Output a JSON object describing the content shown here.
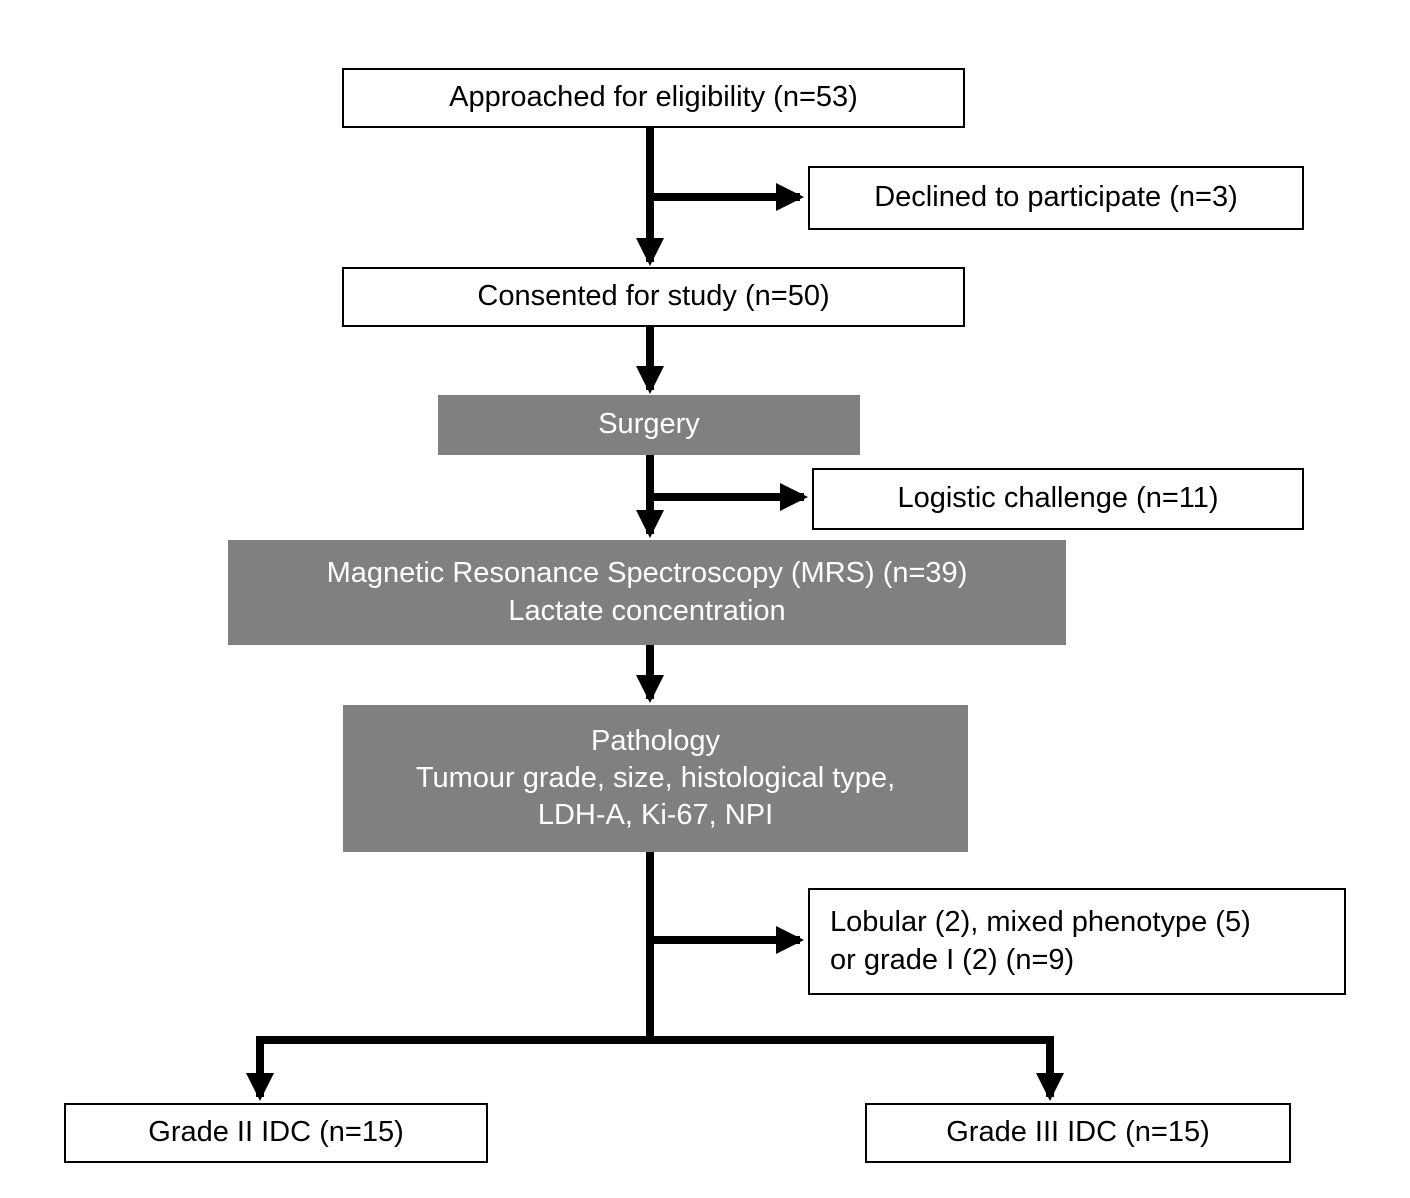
{
  "colors": {
    "background": "#ffffff",
    "box_fill_white": "#ffffff",
    "box_fill_gray": "#808080",
    "box_border": "#000000",
    "text_dark": "#000000",
    "text_light": "#ffffff",
    "arrow": "#000000"
  },
  "flowchart": {
    "approached": {
      "label": "Approached for eligibility (n=53)"
    },
    "declined": {
      "label": "Declined to participate (n=3)"
    },
    "consented": {
      "label": "Consented for study (n=50)"
    },
    "surgery": {
      "label": "Surgery"
    },
    "logistic": {
      "label": "Logistic challenge (n=11)"
    },
    "mrs": {
      "line1": "Magnetic Resonance Spectroscopy (MRS) (n=39)",
      "line2": "Lactate concentration"
    },
    "pathology": {
      "line1": "Pathology",
      "line2": "Tumour grade, size, histological type,",
      "line3": "LDH-A, Ki-67, NPI"
    },
    "excluded": {
      "line1": "Lobular (2), mixed phenotype (5)",
      "line2": "or grade I (2) (n=9)"
    },
    "grade2": {
      "label": "Grade II IDC (n=15)"
    },
    "grade3": {
      "label": "Grade III IDC (n=15)"
    }
  }
}
